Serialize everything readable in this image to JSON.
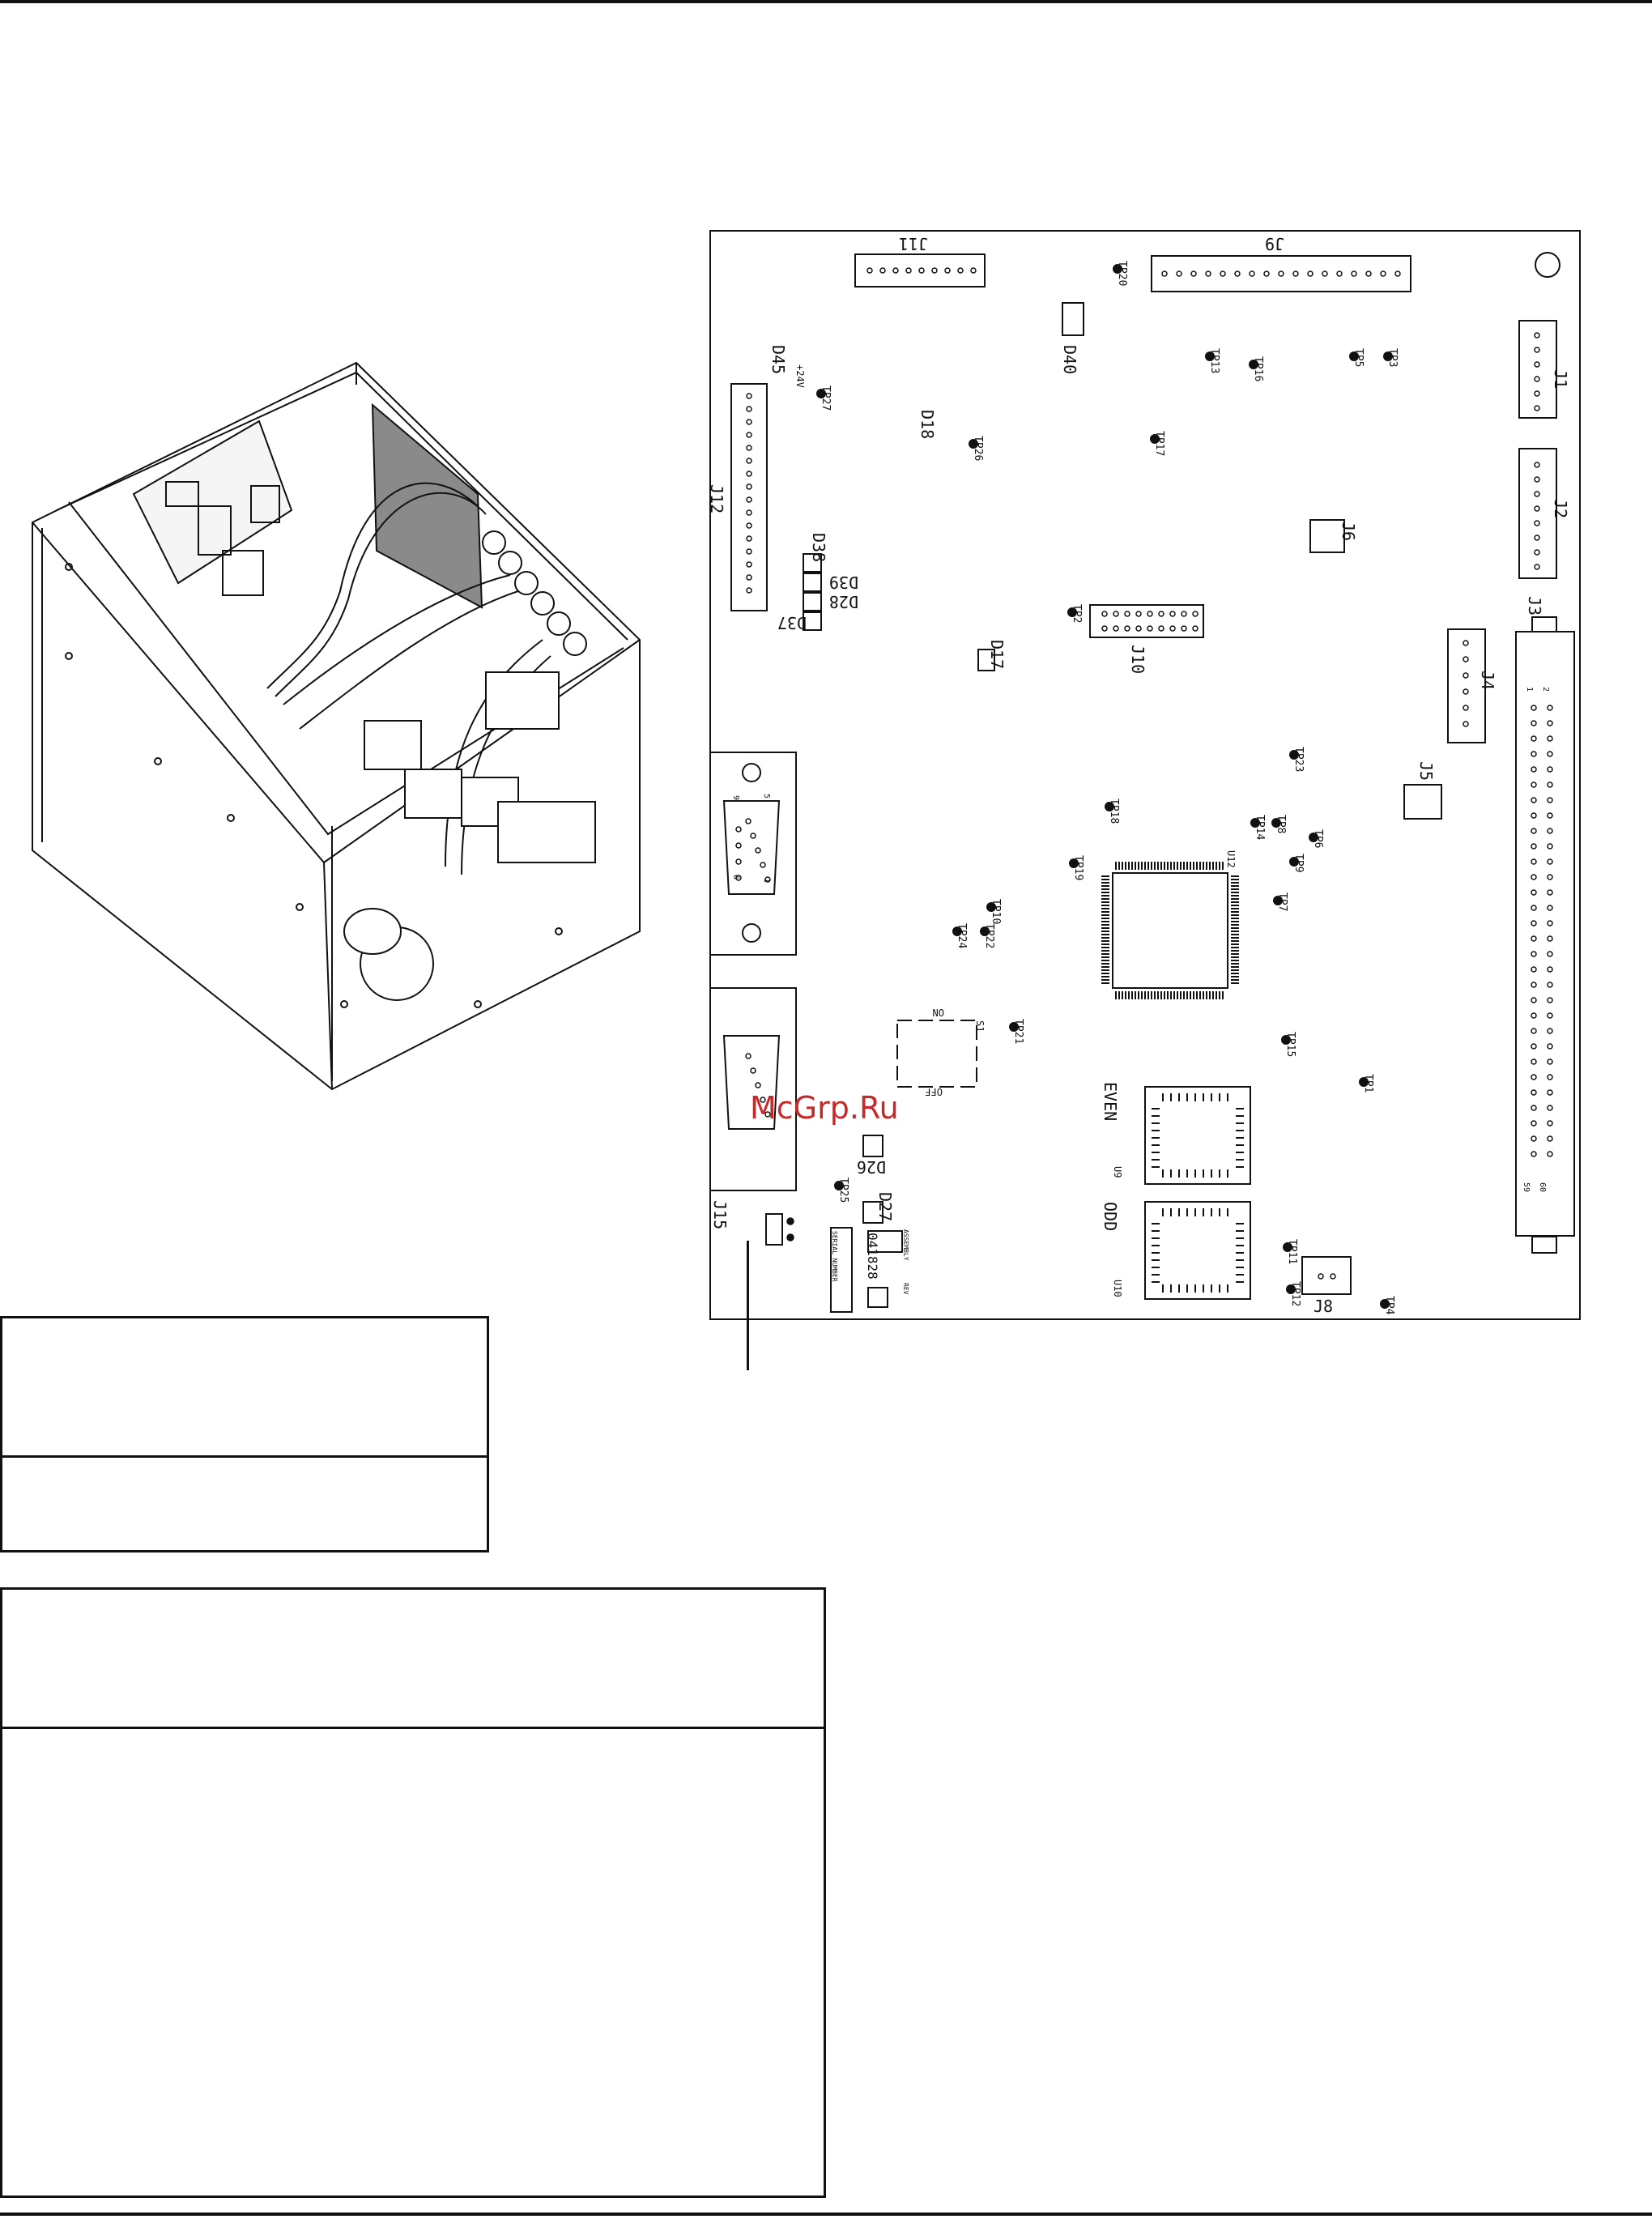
{
  "watermark": "McGrp.Ru",
  "pcb": {
    "connectors": [
      "J11",
      "J9",
      "J1",
      "J2",
      "J3",
      "J4",
      "J5",
      "J6",
      "J8",
      "J10",
      "J12",
      "J15"
    ],
    "diodes": [
      "D40",
      "D45",
      "D18",
      "D38",
      "D39",
      "D28",
      "D37",
      "D17",
      "D26",
      "D27"
    ],
    "testpoints": [
      "TP20",
      "TP13",
      "TP16",
      "TP5",
      "TP3",
      "TP27",
      "TP26",
      "TP17",
      "TP2",
      "TP23",
      "TP18",
      "TP14",
      "TP8",
      "TP6",
      "TP9",
      "TP19",
      "TP10",
      "TP7",
      "TP24",
      "TP22",
      "TP21",
      "TP15",
      "TP1",
      "TP25",
      "TP11",
      "TP12",
      "TP4"
    ],
    "chips": [
      "U12",
      "U9",
      "U10"
    ],
    "chip_labels": [
      "EVEN",
      "ODD"
    ],
    "switch": {
      "name": "S1",
      "on": "ON",
      "off": "OFF"
    },
    "supply": "+24V",
    "assembly_number": "041828",
    "assembly_label": "ASSEMBLY",
    "rev_label": "REV",
    "serial_label": "SERIAL NUMBER",
    "j3_pins": [
      "1",
      "2",
      "59",
      "60"
    ],
    "db_pins": [
      "5",
      "1",
      "9",
      "6"
    ]
  }
}
